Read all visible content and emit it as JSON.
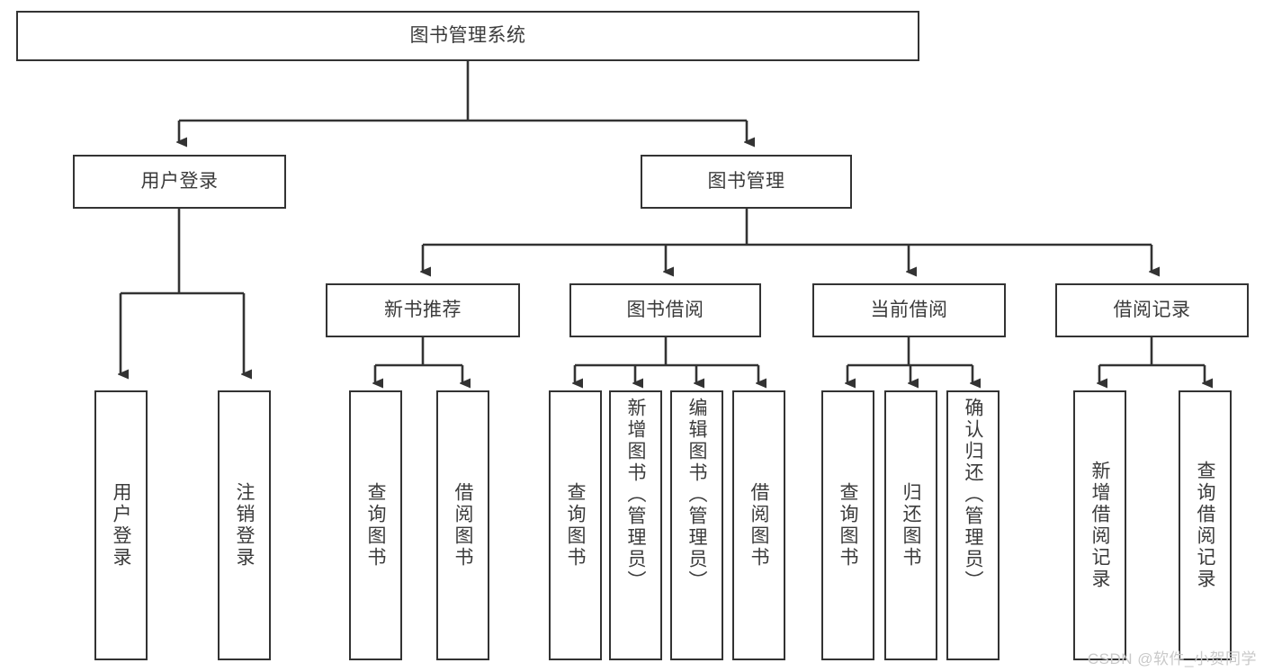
{
  "diagram": {
    "title": "图书管理系统",
    "type": "tree",
    "root": {
      "id": "root",
      "label": "图书管理系统"
    },
    "level2": [
      {
        "id": "login",
        "label": "用户登录"
      },
      {
        "id": "bookmgmt",
        "label": "图书管理"
      }
    ],
    "level3": [
      {
        "id": "newbook",
        "label": "新书推荐",
        "parent": "bookmgmt"
      },
      {
        "id": "borrow",
        "label": "图书借阅",
        "parent": "bookmgmt"
      },
      {
        "id": "current",
        "label": "当前借阅",
        "parent": "bookmgmt"
      },
      {
        "id": "record",
        "label": "借阅记录",
        "parent": "bookmgmt"
      }
    ],
    "leaves": [
      {
        "id": "leaf-user-login",
        "label": "用户登录",
        "parent": "login"
      },
      {
        "id": "leaf-user-logout",
        "label": "注销登录",
        "parent": "login"
      },
      {
        "id": "leaf-nb-query",
        "label": "查询图书",
        "parent": "newbook"
      },
      {
        "id": "leaf-nb-borrow",
        "label": "借阅图书",
        "parent": "newbook"
      },
      {
        "id": "leaf-bw-query",
        "label": "查询图书",
        "parent": "borrow"
      },
      {
        "id": "leaf-bw-add",
        "label": "新增图书（管理员）",
        "parent": "borrow"
      },
      {
        "id": "leaf-bw-edit",
        "label": "编辑图书（管理员）",
        "parent": "borrow"
      },
      {
        "id": "leaf-bw-borrow",
        "label": "借阅图书",
        "parent": "borrow"
      },
      {
        "id": "leaf-cur-query",
        "label": "查询图书",
        "parent": "current"
      },
      {
        "id": "leaf-cur-return",
        "label": "归还图书",
        "parent": "current"
      },
      {
        "id": "leaf-cur-confirm",
        "label": "确认归还（管理员）",
        "parent": "current"
      },
      {
        "id": "leaf-rec-add",
        "label": "新增借阅记录",
        "parent": "record"
      },
      {
        "id": "leaf-rec-query",
        "label": "查询借阅记录",
        "parent": "record"
      }
    ]
  },
  "watermark": {
    "text": "CSDN @软件_小贺同学"
  },
  "colors": {
    "stroke": "#333333",
    "text": "#3b3b3b",
    "background": "#ffffff",
    "watermark": "#c9c9c9"
  }
}
